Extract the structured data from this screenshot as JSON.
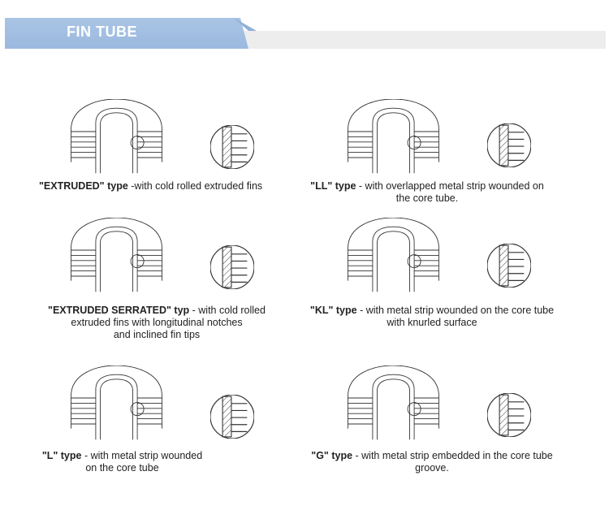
{
  "banner": {
    "title": "FIN TUBE"
  },
  "items": [
    {
      "id": "extruded",
      "type_label": "\"EXTRUDED\" type",
      "desc": " -with cold rolled extruded fins",
      "line2": "",
      "line3": ""
    },
    {
      "id": "ll",
      "type_label": "\"LL\" type",
      "desc": " - with overlapped metal strip wounded on",
      "line2": "the core tube.",
      "line3": ""
    },
    {
      "id": "extruded-serrated",
      "type_label": "\"EXTRUDED SERRATED\" typ",
      "desc": " - with cold rolled",
      "line2": "extruded fins with longitudinal notches",
      "line3": "and inclined fin tips"
    },
    {
      "id": "kl",
      "type_label": "\"KL\" type",
      "desc": " - with metal strip wounded on the core tube",
      "line2": "with knurled surface",
      "line3": ""
    },
    {
      "id": "l",
      "type_label": "\"L\" type",
      "desc": " - with metal strip wounded",
      "line2": "on the core tube",
      "line3": ""
    },
    {
      "id": "g",
      "type_label": "\"G\" type",
      "desc": " - with metal strip embedded in the core tube",
      "line2": "groove.",
      "line3": ""
    }
  ]
}
